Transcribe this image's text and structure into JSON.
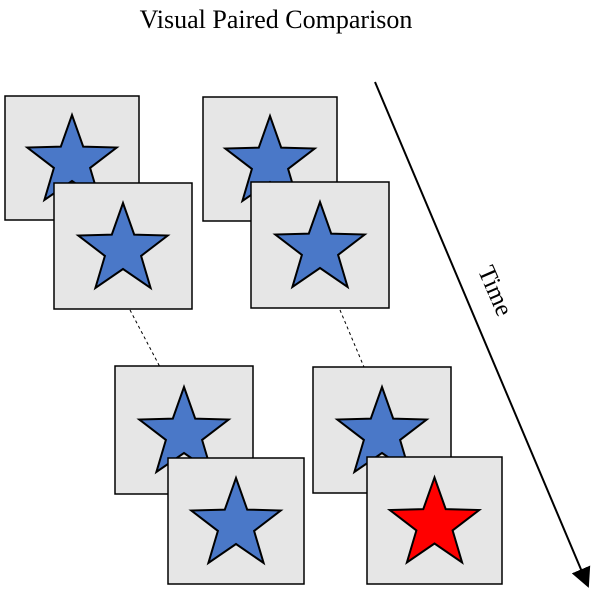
{
  "title": "Visual Paired Comparison",
  "time_axis": {
    "label": "Time"
  },
  "colors": {
    "background": "#ffffff",
    "panel_fill": "#e6e6e6",
    "panel_stroke": "#000000",
    "star_familiar": "#4a78c8",
    "star_novel": "#ff0000",
    "star_stroke": "#000000",
    "connector": "#000000"
  },
  "icons": {
    "familiar_stimulus": "blue-star-icon",
    "novel_stimulus": "red-star-icon"
  },
  "panels": [
    {
      "id": "trial-1-familiarization-back",
      "star": "familiar"
    },
    {
      "id": "trial-1-familiarization-front",
      "star": "familiar"
    },
    {
      "id": "trial-2-familiarization-back",
      "star": "familiar"
    },
    {
      "id": "trial-2-familiarization-front",
      "star": "familiar"
    },
    {
      "id": "trial-1-test-back",
      "star": "familiar"
    },
    {
      "id": "trial-1-test-front",
      "star": "familiar"
    },
    {
      "id": "trial-2-test-back",
      "star": "familiar"
    },
    {
      "id": "trial-2-test-front",
      "star": "novel"
    }
  ]
}
